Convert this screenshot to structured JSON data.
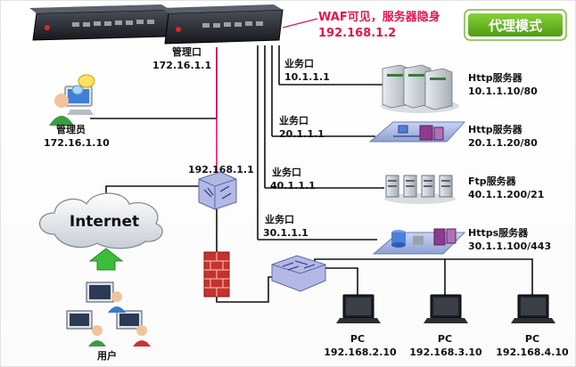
{
  "mode_badge": "代理模式",
  "waf_note": "WAF可见，服务器隐身",
  "waf_ip": "192.168.1.2",
  "mgmt_port": {
    "label": "管理口",
    "ip": "172.16.1.1"
  },
  "admin": {
    "label": "管理员",
    "ip": "172.16.1.10"
  },
  "router_ip": "192.168.1.1",
  "internet": "Internet",
  "users": "用户",
  "business_ports": [
    {
      "label": "业务口",
      "ip": "10.1.1.1"
    },
    {
      "label": "业务口",
      "ip": "20.1.1.1"
    },
    {
      "label": "业务口",
      "ip": "40.1.1.1"
    },
    {
      "label": "业务口",
      "ip": "30.1.1.1"
    }
  ],
  "servers": [
    {
      "name": "Http服务器",
      "addr": "10.1.1.10/80"
    },
    {
      "name": "Http服务器",
      "addr": "20.1.1.20/80"
    },
    {
      "name": "Ftp服务器",
      "addr": "40.1.1.200/21"
    },
    {
      "name": "Https服务器",
      "addr": "30.1.1.100/443"
    }
  ],
  "pcs": [
    {
      "label": "PC",
      "ip": "192.168.2.10"
    },
    {
      "label": "PC",
      "ip": "192.168.3.10"
    },
    {
      "label": "PC",
      "ip": "192.168.4.10"
    }
  ],
  "colors": {
    "badge_green": "#63b31c",
    "mgmt_link": "#e0146a"
  }
}
